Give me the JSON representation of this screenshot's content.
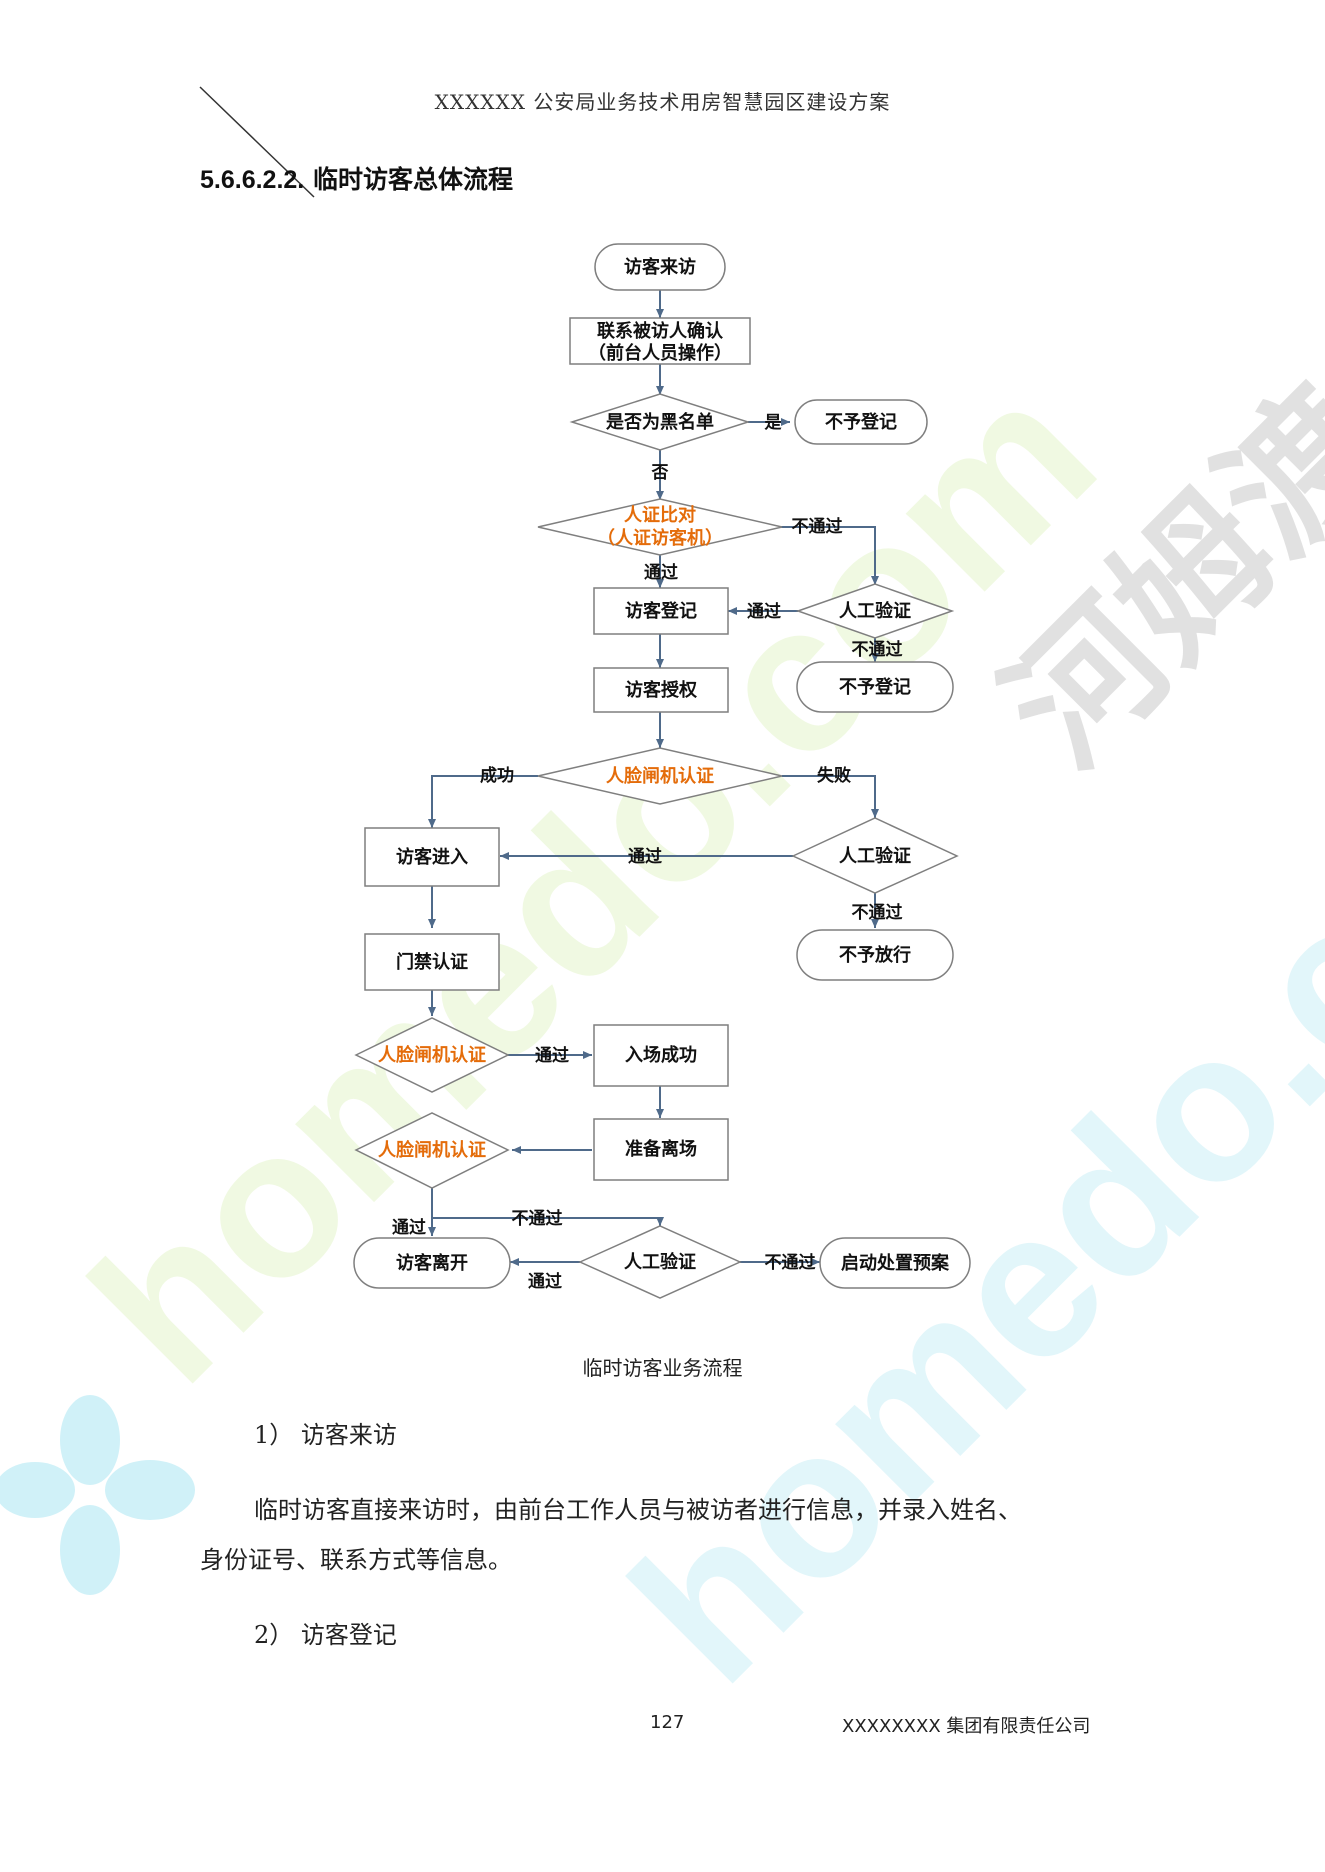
{
  "header": {
    "title": "XXXXXX 公安局业务技术用房智慧园区建设方案"
  },
  "section": {
    "number": "5.6.6.2.2.",
    "title": "临时访客总体流程"
  },
  "flowchart": {
    "nodes": {
      "start": "访客来访",
      "contact_line1": "联系被访人确认",
      "contact_line2": "（前台人员操作）",
      "blacklist": "是否为黑名单",
      "no_register_1": "不予登记",
      "id_compare_line1": "人证比对",
      "id_compare_line2": "（人证访客机）",
      "register": "访客登记",
      "manual_verify_1": "人工验证",
      "no_register_2": "不予登记",
      "authorize": "访客授权",
      "face_gate_1": "人脸闸机认证",
      "enter": "访客进入",
      "manual_verify_2": "人工验证",
      "no_pass": "不予放行",
      "door_auth": "门禁认证",
      "face_gate_2": "人脸闸机认证",
      "entry_success": "入场成功",
      "face_gate_3": "人脸闸机认证",
      "prepare_leave": "准备离场",
      "leave": "访客离开",
      "manual_verify_3": "人工验证",
      "emergency": "启动处置预案"
    },
    "labels": {
      "yes": "是",
      "no": "否",
      "fail_1": "不通过",
      "pass_1": "通过",
      "pass_2": "通过",
      "fail_2": "不通过",
      "success": "成功",
      "failure": "失败",
      "pass_3": "通过",
      "fail_3": "不通过",
      "pass_4": "通过",
      "pass_5": "通过",
      "fail_4": "不通过",
      "fail_5": "不通过",
      "pass_6": "通过"
    },
    "colors": {
      "highlight_text": "#e46c0a",
      "border": "#7f7f7f",
      "arrow": "#4f6a8a"
    }
  },
  "figure": {
    "caption": "临时访客业务流程"
  },
  "body": {
    "item1_heading": "1） 访客来访",
    "item1_line1": "临时访客直接来访时，由前台工作人员与被访者进行信息，并录入姓名、",
    "item1_line2": "身份证号、联系方式等信息。",
    "item2_heading": "2） 访客登记"
  },
  "footer": {
    "page_number": "127",
    "company": "XXXXXXXX 集团有限责任公司"
  },
  "watermark": {
    "text1": "homedo.com",
    "text2": "homedo.com",
    "text3": "河姆渡"
  }
}
